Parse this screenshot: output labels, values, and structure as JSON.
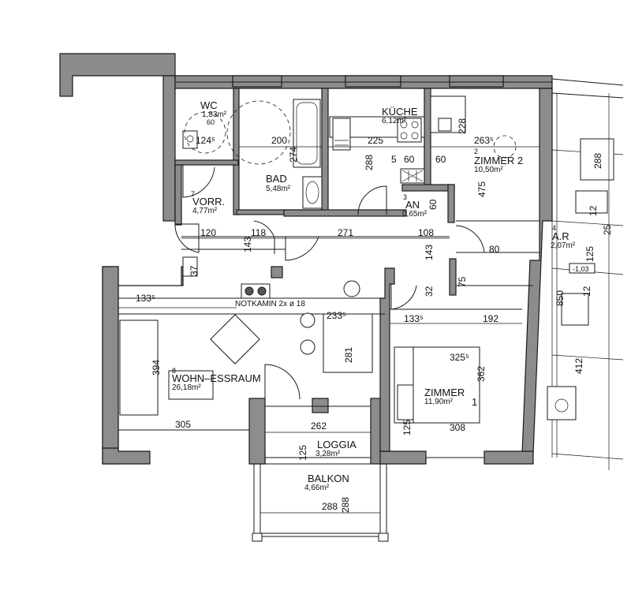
{
  "rooms": {
    "wc": {
      "label": "WC",
      "area": "1,83m²"
    },
    "kueche": {
      "label": "KÜCHE",
      "area": "6,12m²"
    },
    "zimmer2": {
      "number": "2",
      "label": "ZIMMER  2",
      "area": "10,50m²"
    },
    "bad": {
      "label": "BAD",
      "area": "5,48m²"
    },
    "vorr": {
      "number": "7",
      "label": "VORR.",
      "area": "4,77m²"
    },
    "an": {
      "number": "3",
      "label": "AN",
      "area": "0,65m²"
    },
    "ar": {
      "number": "4",
      "label": "A.R",
      "area": "2,07m²"
    },
    "wohn": {
      "number": "8",
      "label": "WOHN–ESSRAUM",
      "area": "26,18m²"
    },
    "zimmer1": {
      "label": "ZIMMER",
      "area": "11,90m²",
      "number_suffix": "1"
    },
    "loggia": {
      "label": "LOGGIA",
      "area": "3,28m²"
    },
    "balkon": {
      "label": "BALKON",
      "area": "4,66m²"
    }
  },
  "annotations": {
    "notkamin": "NOTKAMIN  2x ø 18",
    "level": "-1,03"
  },
  "dimensions": {
    "wc_width": "124⁵",
    "wc_small": "60",
    "bad_width": "200",
    "bad_height": "274",
    "kueche_width": "225",
    "kueche_height": "288",
    "kueche_a": "5",
    "kueche_b": "60",
    "kueche_c": "60",
    "zimmer2_width": "263⁵",
    "zimmer2_height": "475",
    "zimmer2_side": "228",
    "an_side": "60",
    "ar_a": "288",
    "ar_b": "12",
    "ar_c": "25",
    "ar_d": "125",
    "flur_a": "120",
    "flur_b": "118",
    "flur_c": "271",
    "flur_d": "108",
    "flur_e": "143",
    "flur_f": "80",
    "vorr_a": "143",
    "vorr_b": "37",
    "wohn_a": "133⁵",
    "wohn_b": "233⁵",
    "wohn_c": "394",
    "wohn_d": "281",
    "wohn_e": "305",
    "z1_a": "32",
    "z1_b": "133⁵",
    "z1_c": "192",
    "z1_d": "325⁵",
    "z1_e": "362",
    "z1_f": "308",
    "z1_g": "125",
    "z1_h": "75",
    "loggia_a": "262",
    "loggia_b": "125",
    "balkon_a": "288",
    "balkon_b": "288",
    "right_a": "850",
    "right_b": "412",
    "right_c": "12"
  }
}
